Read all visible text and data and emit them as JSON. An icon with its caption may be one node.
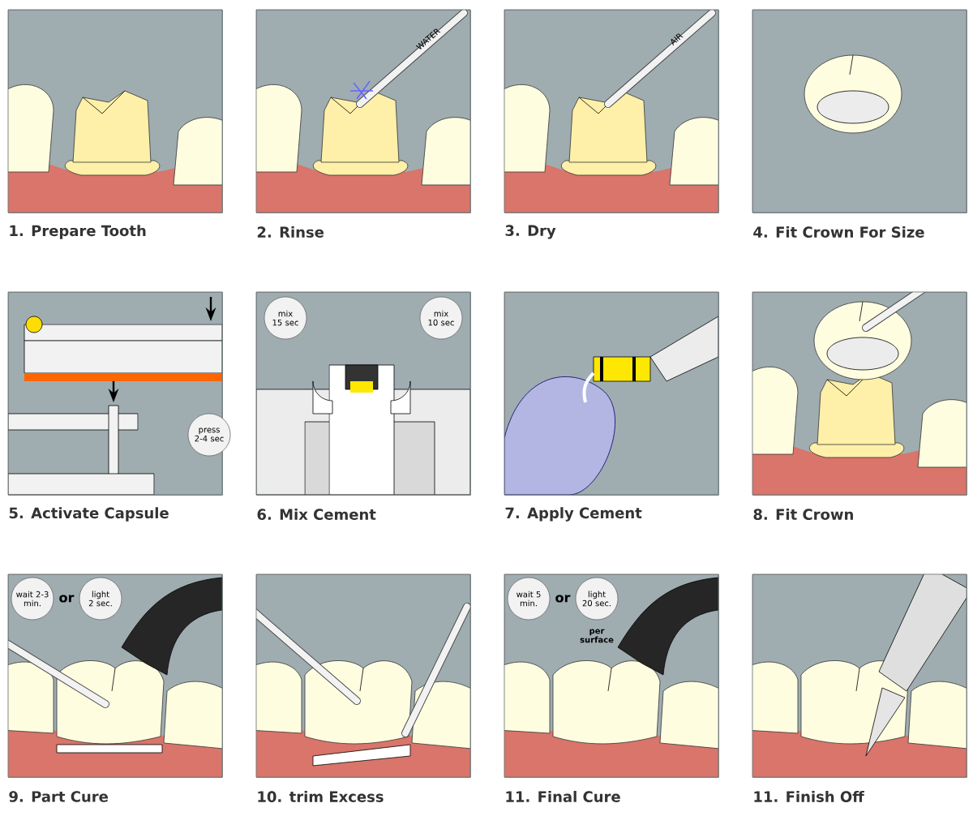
{
  "diagram": {
    "nodes": [
      {
        "text": [
          "1. Prepare Tooth"
        ]
      },
      {
        "text": [
          "WATER",
          "2. Rinse"
        ]
      },
      {
        "text": [
          "AIR",
          "3. Dry"
        ]
      },
      {
        "text": [
          "4. Fit Crown For Size"
        ]
      },
      {
        "text": [
          "press 2-4 sec",
          "5. Activate Capsule"
        ]
      },
      {
        "text": [
          "mix 15 sec",
          "mix 10 sec",
          "6. Mix Cement"
        ]
      },
      {
        "text": [
          "7. Apply Cement"
        ]
      },
      {
        "text": [
          "8. Fit Crown"
        ]
      },
      {
        "text": [
          "wait 2-3 min.",
          "or",
          "light 2 sec.",
          "9. Part Cure"
        ]
      },
      {
        "text": [
          "10. trim Excess"
        ]
      },
      {
        "text": [
          "wait 5 min.",
          "or",
          "light 20 sec.",
          "per surface",
          "11. Final Cure"
        ]
      },
      {
        "text": [
          "11. Finish Off"
        ]
      }
    ]
  }
}
